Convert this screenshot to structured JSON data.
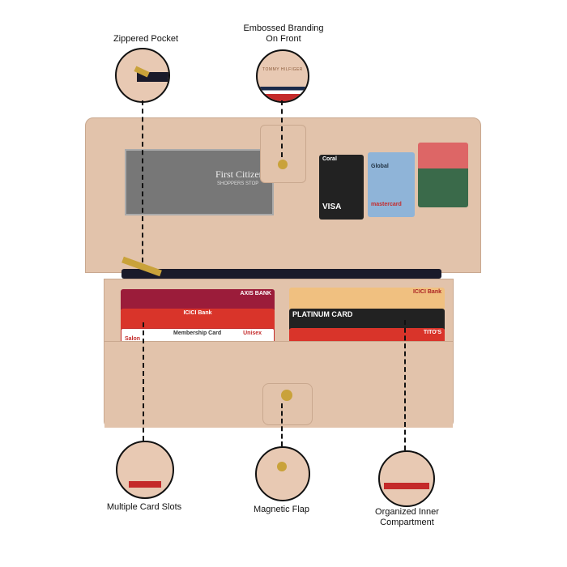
{
  "callouts": {
    "zippered_pocket": "Zippered Pocket",
    "embossed_branding": "Embossed Branding On Front",
    "multiple_card_slots": "Multiple Card Slots",
    "magnetic_flap": "Magnetic Flap",
    "organized_inner": "Organized Inner Compartment"
  },
  "brand": "TOMMY HILFIGER",
  "cards": {
    "first_citizen": "First Citizen",
    "shoppers_stop": "SHOPPERS STOP",
    "coral": "Coral",
    "visa": "VISA",
    "global": "Global",
    "mastercard": "mastercard",
    "axis": "AXIS BANK",
    "icici1": "ICICI Bank",
    "icici2": "ICICI Bank",
    "platinum": "PLATINUM CARD",
    "membership": "Membership Card",
    "salon": "Unisex Salon",
    "titos": "TITO'S"
  },
  "colors": {
    "leather": "#e2c3ab",
    "zipper": "#1a1a2a",
    "gold": "#c9a23a"
  }
}
